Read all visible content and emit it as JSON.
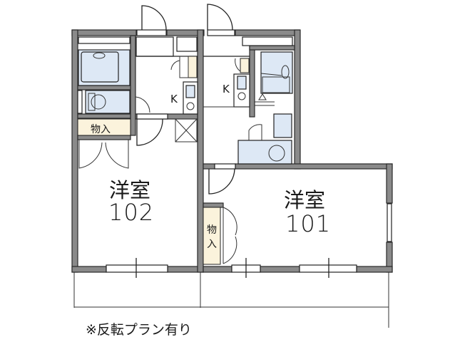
{
  "floor_plan": {
    "units": [
      {
        "id": "102",
        "room_type": "洋室",
        "room_number": "102",
        "kitchen_label": "K",
        "storage_label": "物入"
      },
      {
        "id": "101",
        "room_type": "洋室",
        "room_number": "101",
        "kitchen_label": "K",
        "storage_label_line1": "物",
        "storage_label_line2": "入"
      }
    ],
    "kitchen_shelf_label": "物入",
    "note": "※反転プラン有り",
    "colors": {
      "wall": "#8a8a8a",
      "wet_area": "#dde8f5",
      "storage": "#fbf3dc",
      "line": "#222222"
    }
  }
}
